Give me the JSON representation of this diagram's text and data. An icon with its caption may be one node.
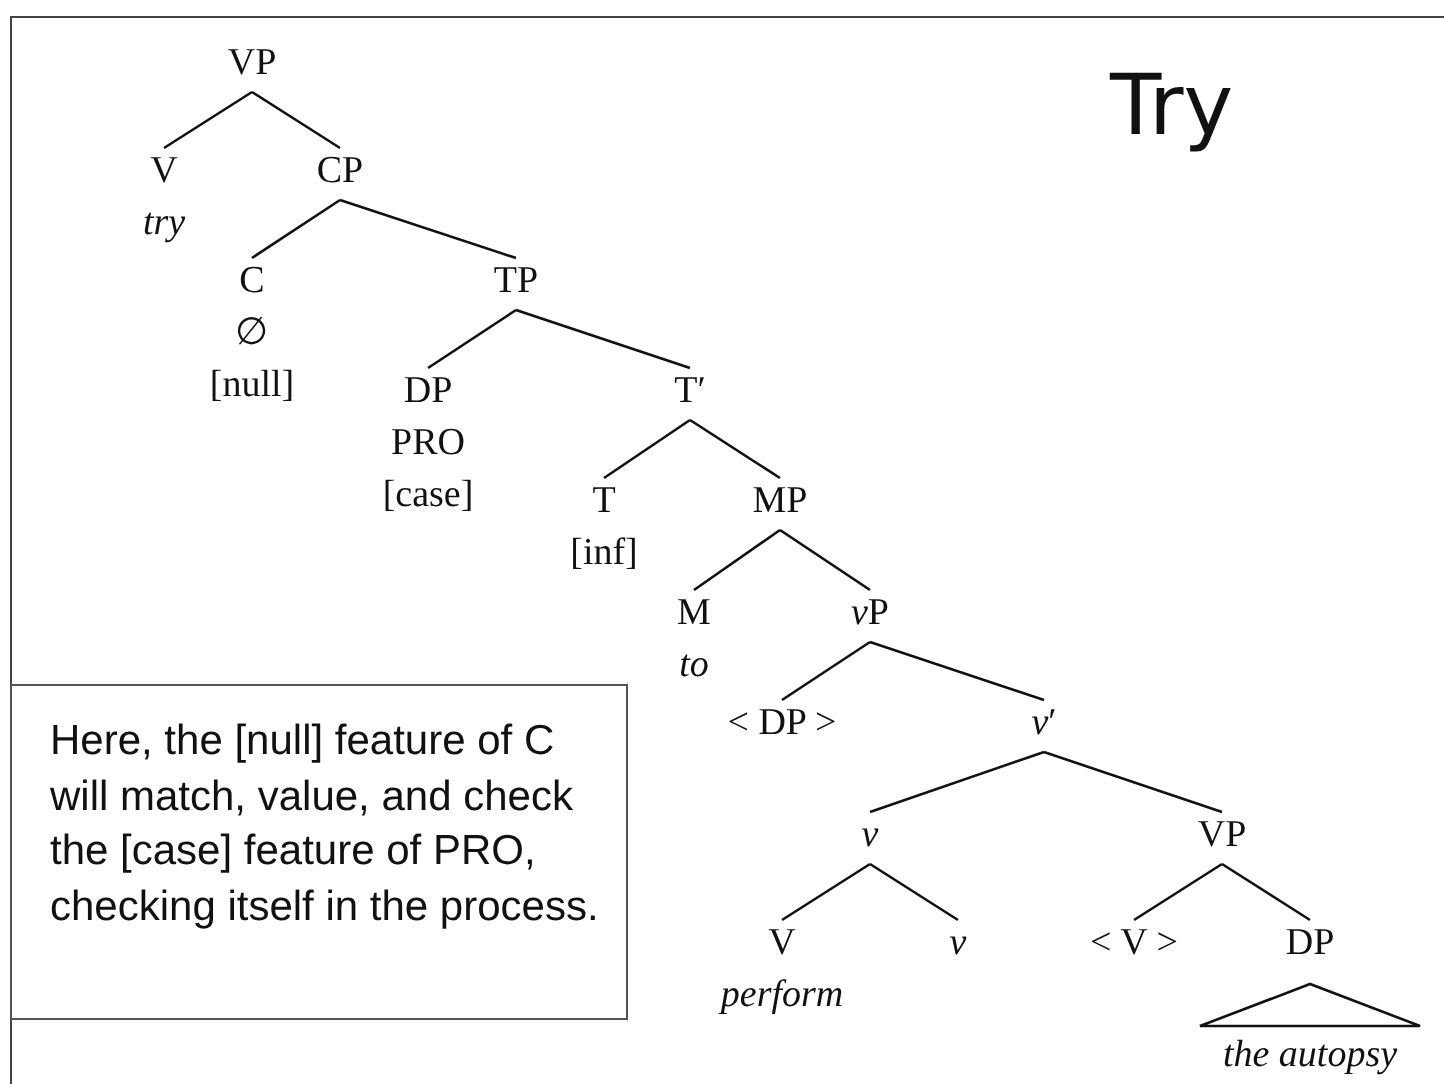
{
  "diagram": {
    "title": "Try",
    "nodes": [
      {
        "text": [
          "VP"
        ]
      },
      {
        "text": [
          "V",
          "try"
        ]
      },
      {
        "text": [
          "CP"
        ]
      },
      {
        "text": [
          "C",
          "∅",
          "[null]"
        ]
      },
      {
        "text": [
          "TP"
        ]
      },
      {
        "text": [
          "DP",
          "PRO",
          "[case]"
        ]
      },
      {
        "text": [
          "T′"
        ]
      },
      {
        "text": [
          "T",
          "[inf]"
        ]
      },
      {
        "text": [
          "MP"
        ]
      },
      {
        "text": [
          "M",
          "to"
        ]
      },
      {
        "text": [
          "vP"
        ]
      },
      {
        "text": [
          "< DP >"
        ]
      },
      {
        "text": [
          "v′"
        ]
      },
      {
        "text": [
          "v"
        ]
      },
      {
        "text": [
          "VP"
        ]
      },
      {
        "text": [
          "V",
          "perform"
        ]
      },
      {
        "text": [
          "v"
        ]
      },
      {
        "text": [
          "< V >"
        ]
      },
      {
        "text": [
          "DP",
          "the autopsy"
        ]
      },
      {
        "text": [
          "Here, the [null] feature of C will match, value, and check the [case] feature of PRO, checking itself in the process."
        ]
      }
    ],
    "edges": [
      {
        "from": 0,
        "to": 1,
        "arrow": "none"
      },
      {
        "from": 0,
        "to": 2,
        "arrow": "none"
      },
      {
        "from": 2,
        "to": 3,
        "arrow": "none"
      },
      {
        "from": 2,
        "to": 4,
        "arrow": "none"
      },
      {
        "from": 4,
        "to": 5,
        "arrow": "none"
      },
      {
        "from": 4,
        "to": 6,
        "arrow": "none"
      },
      {
        "from": 6,
        "to": 7,
        "arrow": "none"
      },
      {
        "from": 6,
        "to": 8,
        "arrow": "none"
      },
      {
        "from": 8,
        "to": 9,
        "arrow": "none"
      },
      {
        "from": 8,
        "to": 10,
        "arrow": "none"
      },
      {
        "from": 10,
        "to": 11,
        "arrow": "none"
      },
      {
        "from": 10,
        "to": 12,
        "arrow": "none"
      },
      {
        "from": 12,
        "to": 13,
        "arrow": "none"
      },
      {
        "from": 12,
        "to": 14,
        "arrow": "none"
      },
      {
        "from": 13,
        "to": 15,
        "arrow": "none"
      },
      {
        "from": 13,
        "to": 16,
        "arrow": "none"
      },
      {
        "from": 14,
        "to": 17,
        "arrow": "none"
      },
      {
        "from": 14,
        "to": 18,
        "arrow": "none"
      }
    ]
  }
}
